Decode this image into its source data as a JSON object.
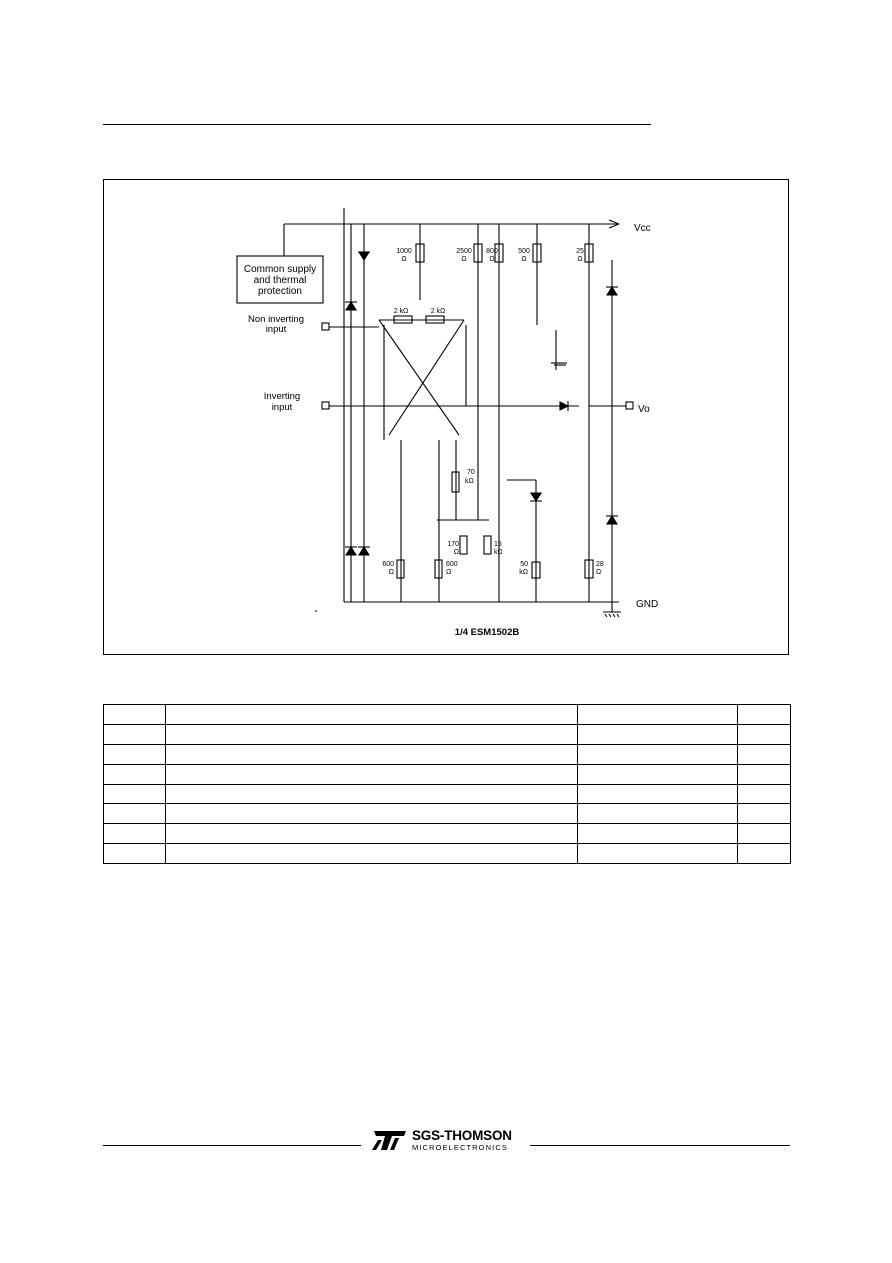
{
  "schematic": {
    "caption": "1/4 ESM1502B",
    "block_label": [
      "Common supply",
      "and thermal",
      "protection"
    ],
    "pins": {
      "vcc": "Vcc",
      "vo": "Vo",
      "gnd": "GND",
      "non_inverting": [
        "Non inverting",
        "input"
      ],
      "inverting": [
        "Inverting",
        "input"
      ]
    },
    "resistors": [
      {
        "value": "1000",
        "unit": "Ω"
      },
      {
        "value": "2500",
        "unit": "Ω"
      },
      {
        "value": "800",
        "unit": "Ω"
      },
      {
        "value": "500",
        "unit": "Ω"
      },
      {
        "value": "25",
        "unit": "Ω"
      },
      {
        "value": "2 kΩ"
      },
      {
        "value": "2 kΩ"
      },
      {
        "value": "70",
        "unit": "kΩ"
      },
      {
        "value": "170",
        "unit": "Ω"
      },
      {
        "value": "15",
        "unit": "kΩ"
      },
      {
        "value": "50",
        "unit": "kΩ"
      },
      {
        "value": "28",
        "unit": "Ω"
      },
      {
        "value": "600",
        "unit": "Ω"
      },
      {
        "value": "600",
        "unit": "Ω"
      }
    ]
  },
  "table": {
    "rows": 8,
    "columns": 4
  },
  "footer": {
    "brand": "SGS-THOMSON",
    "sub": "MICROELECTRONICS"
  }
}
